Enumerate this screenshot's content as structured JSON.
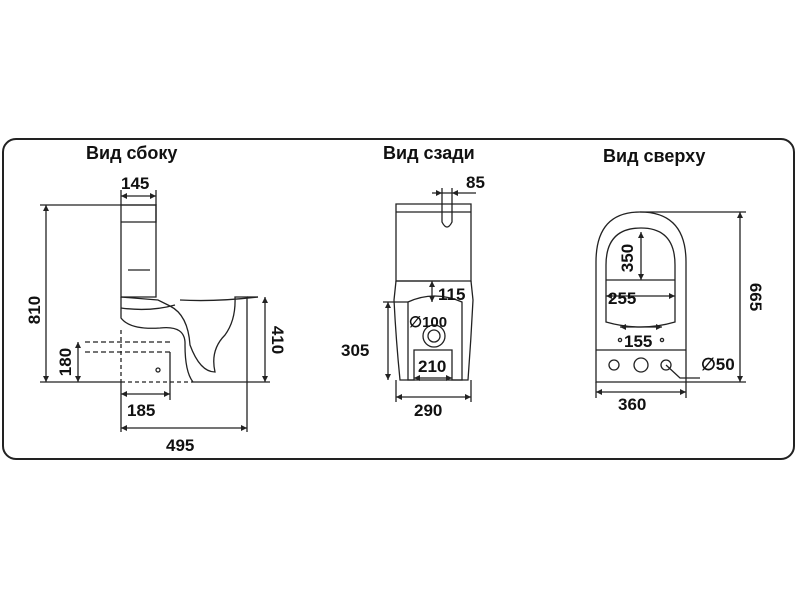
{
  "views": {
    "side": {
      "title": "Вид сбоку"
    },
    "rear": {
      "title": "Вид сзади"
    },
    "top": {
      "title": "Вид сверху"
    }
  },
  "dimensions": {
    "side_width_tank": "145",
    "side_height_total": "810",
    "side_outlet_height": "180",
    "side_seat_height": "410",
    "side_outlet_offset": "185",
    "side_depth_total": "495",
    "rear_tank_hole": "85",
    "rear_inlet_height": "115",
    "rear_outlet_diameter": "∅100",
    "rear_outlet_height": "305",
    "rear_base_inner": "210",
    "rear_base_width": "290",
    "top_bowl_inner_length": "350",
    "top_bowl_inner_width": "255",
    "top_fixing_distance": "155",
    "top_hole_diameter": "∅50",
    "top_length": "665",
    "top_width": "360"
  },
  "colors": {
    "line": "#222222",
    "background": "#ffffff"
  }
}
